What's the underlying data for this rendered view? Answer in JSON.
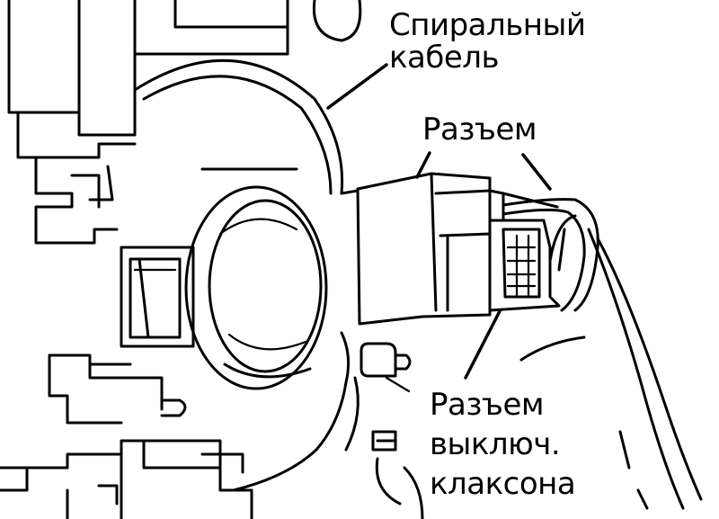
{
  "labels": {
    "spiral_cable": [
      "Спиральный",
      "кабель"
    ],
    "connector": "Разъем",
    "horn_connector": [
      "Разъем",
      "выключ.",
      "клаксона"
    ]
  },
  "colors": {
    "ink": "#000000",
    "background": "#ffffff"
  }
}
